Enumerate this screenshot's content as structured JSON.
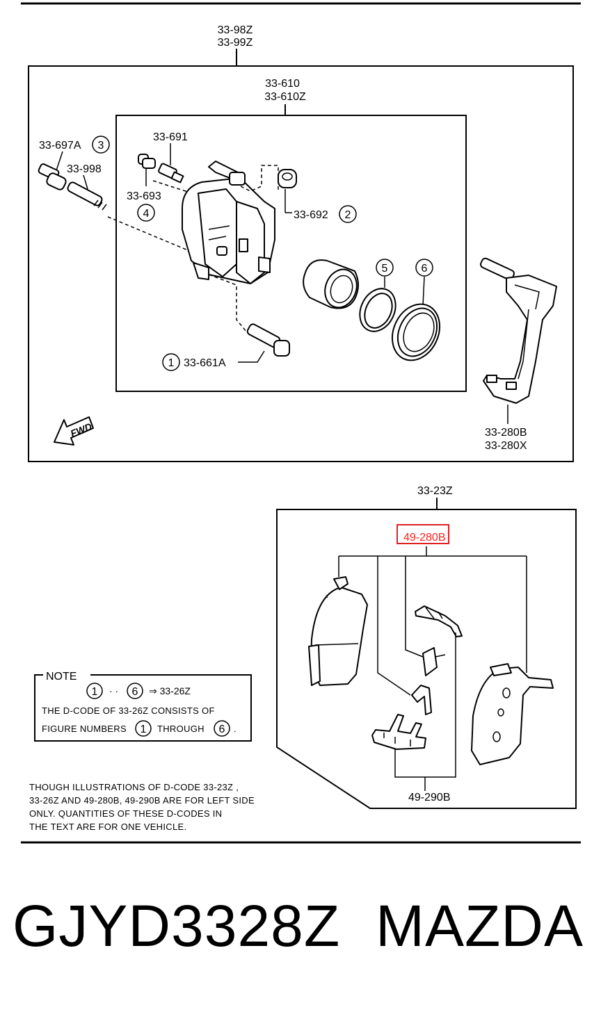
{
  "upper": {
    "assembly_codes": [
      "33-98Z",
      "33-99Z"
    ],
    "caliper_codes": [
      "33-610",
      "33-610Z"
    ],
    "parts": {
      "p691": "33-691",
      "p697a": "33-697A",
      "p998": "33-998",
      "p693": "33-693",
      "p692": "33-692",
      "p661a": "33-661A",
      "p280": [
        "33-280B",
        "33-280X"
      ]
    },
    "circles": [
      "1",
      "2",
      "3",
      "4",
      "5",
      "6"
    ],
    "fwd": "FWD"
  },
  "lower": {
    "kit_code": "33-23Z",
    "highlight_code": "49-280B",
    "shim_code": "49-290B"
  },
  "note": {
    "title": "NOTE",
    "line1_from": "1",
    "line1_to": "6",
    "line1_arrow": "⇒ 33-26Z",
    "line2": "THE D-CODE OF   33-26Z   CONSISTS OF",
    "line3_pre": "FIGURE NUMBERS",
    "line3_a": "1",
    "line3_mid": "THROUGH",
    "line3_b": "6",
    "line3_end": "."
  },
  "disclaimer": [
    "THOUGH  ILLUSTRATIONS  OF  D-CODE   33-23Z  ,",
    " 33-26Z    AND   49-280B, 49-290B  ARE  FOR  LEFT  SIDE",
    "ONLY. QUANTITIES  OF  THESE  D-CODES  IN",
    "THE  TEXT  ARE  FOR  ONE  VEHICLE."
  ],
  "footer": {
    "part_number": "GJYD3328Z",
    "brand": "MAZDA"
  }
}
